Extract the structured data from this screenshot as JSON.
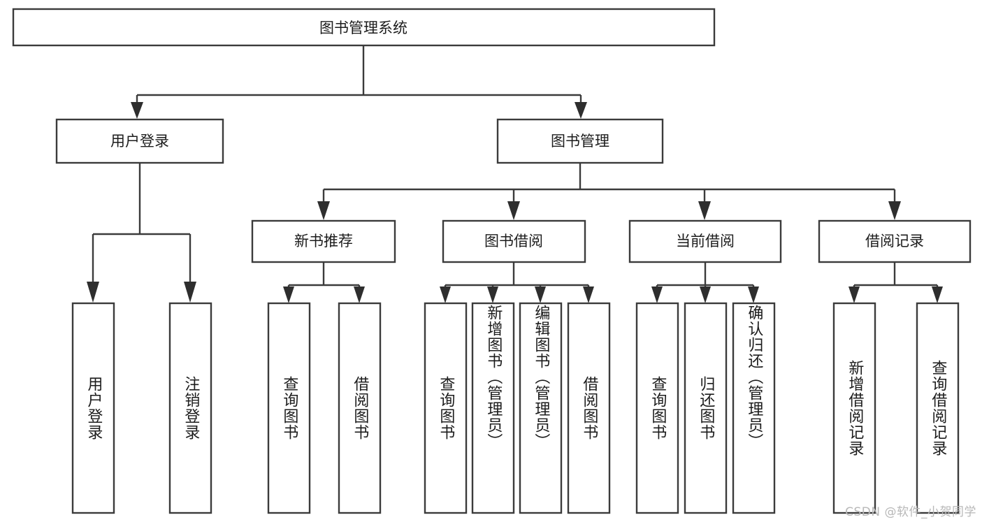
{
  "diagram": {
    "type": "tree-hierarchy-chart",
    "title": "图书管理系统",
    "colors": {
      "background": "#ffffff",
      "box_stroke": "#3b3b3b",
      "box_fill": "#ffffff",
      "line": "#3b3b3b",
      "text": "#1c1c1c",
      "watermark": "#b8b8b8"
    },
    "root": {
      "label": "图书管理系统",
      "orientation": "horizontal"
    },
    "level2": [
      {
        "label": "用户登录",
        "orientation": "horizontal"
      },
      {
        "label": "图书管理",
        "orientation": "horizontal"
      }
    ],
    "level3": [
      {
        "label": "新书推荐",
        "orientation": "horizontal"
      },
      {
        "label": "图书借阅",
        "orientation": "horizontal"
      },
      {
        "label": "当前借阅",
        "orientation": "horizontal"
      },
      {
        "label": "借阅记录",
        "orientation": "horizontal"
      }
    ],
    "leaves": {
      "user_login": [
        {
          "label": "用户登录",
          "orientation": "vertical"
        },
        {
          "label": "注销登录",
          "orientation": "vertical"
        }
      ],
      "new_book_recommend": [
        {
          "label": "查询图书",
          "orientation": "vertical"
        },
        {
          "label": "借阅图书",
          "orientation": "vertical"
        }
      ],
      "book_borrow": [
        {
          "label": "查询图书",
          "orientation": "vertical"
        },
        {
          "label": "新增图书（管理员）",
          "orientation": "vertical"
        },
        {
          "label": "编辑图书（管理员）",
          "orientation": "vertical"
        },
        {
          "label": "借阅图书",
          "orientation": "vertical"
        }
      ],
      "current_borrow": [
        {
          "label": "查询图书",
          "orientation": "vertical"
        },
        {
          "label": "归还图书",
          "orientation": "vertical"
        },
        {
          "label": "确认归还（管理员）",
          "orientation": "vertical"
        }
      ],
      "borrow_record": [
        {
          "label": "新增借阅记录",
          "orientation": "vertical"
        },
        {
          "label": "查询借阅记录",
          "orientation": "vertical"
        }
      ]
    },
    "watermark": "CSDN @软件_小贺同学"
  }
}
